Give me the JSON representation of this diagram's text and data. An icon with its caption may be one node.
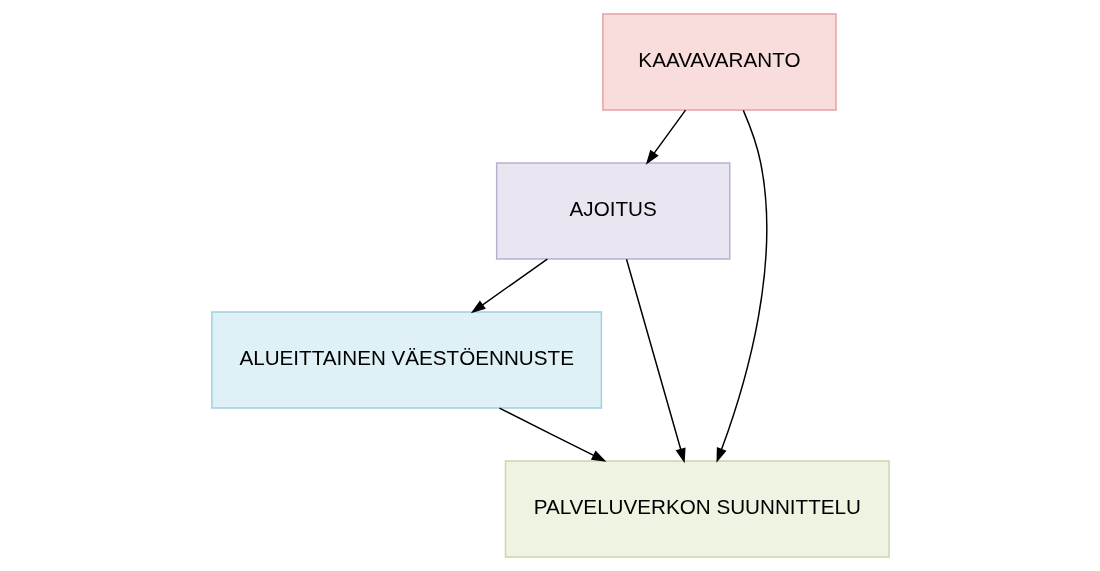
{
  "diagram": {
    "nodes": [
      {
        "text": [
          "KAAVAVARANTO"
        ]
      },
      {
        "text": [
          "AJOITUS"
        ]
      },
      {
        "text": [
          "ALUEITTAINEN VÄESTÖENNUSTE"
        ]
      },
      {
        "text": [
          "PALVELUVERKON SUUNNITTELU"
        ]
      }
    ],
    "edges": [
      {
        "from": 0,
        "to": 1,
        "arrow": "to"
      },
      {
        "from": 1,
        "to": 2,
        "arrow": "to"
      },
      {
        "from": 2,
        "to": 3,
        "arrow": "to"
      },
      {
        "from": 0,
        "to": 3,
        "arrow": "to"
      },
      {
        "from": 1,
        "to": 3,
        "arrow": "to"
      }
    ]
  }
}
